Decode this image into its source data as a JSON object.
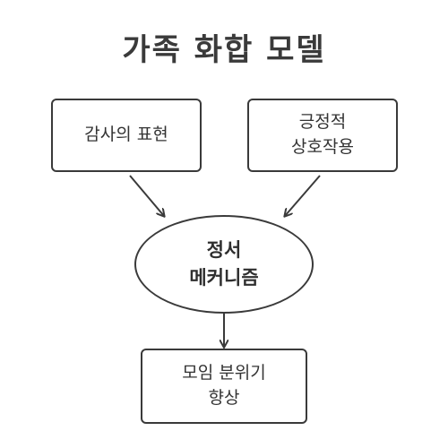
{
  "title": "가족 화합 모델",
  "nodes": {
    "gratitude": "감사의 표현",
    "positive": "긍정적\n상호작용",
    "emotion": "정서\n메커니즘",
    "outcome": "모임 분위기\n향상"
  },
  "colors": {
    "stroke": "#3a3a3a",
    "text": "#333333",
    "background": "#ffffff"
  }
}
